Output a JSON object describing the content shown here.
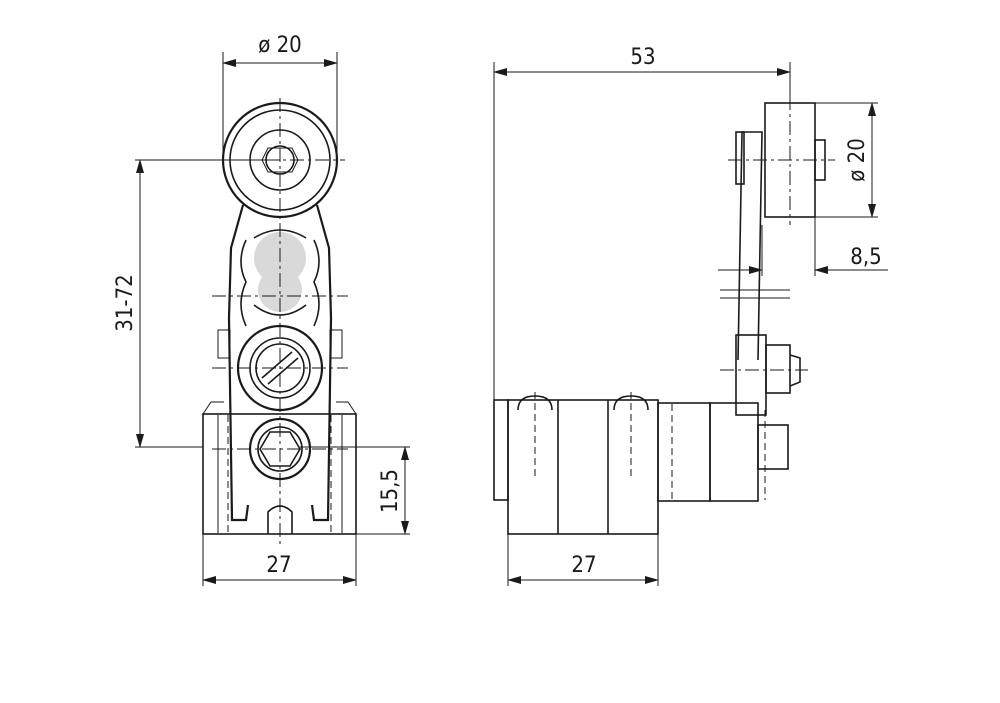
{
  "drawing": {
    "title": "",
    "front_view": {
      "roller_diameter": "ø 20",
      "lever_length": "31-72",
      "body_width": "27",
      "height": "15,5"
    },
    "side_view": {
      "overall_length": "53",
      "roller_diameter": "ø 20",
      "lever_offset": "8,5",
      "body_width": "27"
    },
    "colors": {
      "line": "#1a1a1a",
      "fill_gray": "#d9d9d9",
      "background": "#ffffff"
    }
  }
}
